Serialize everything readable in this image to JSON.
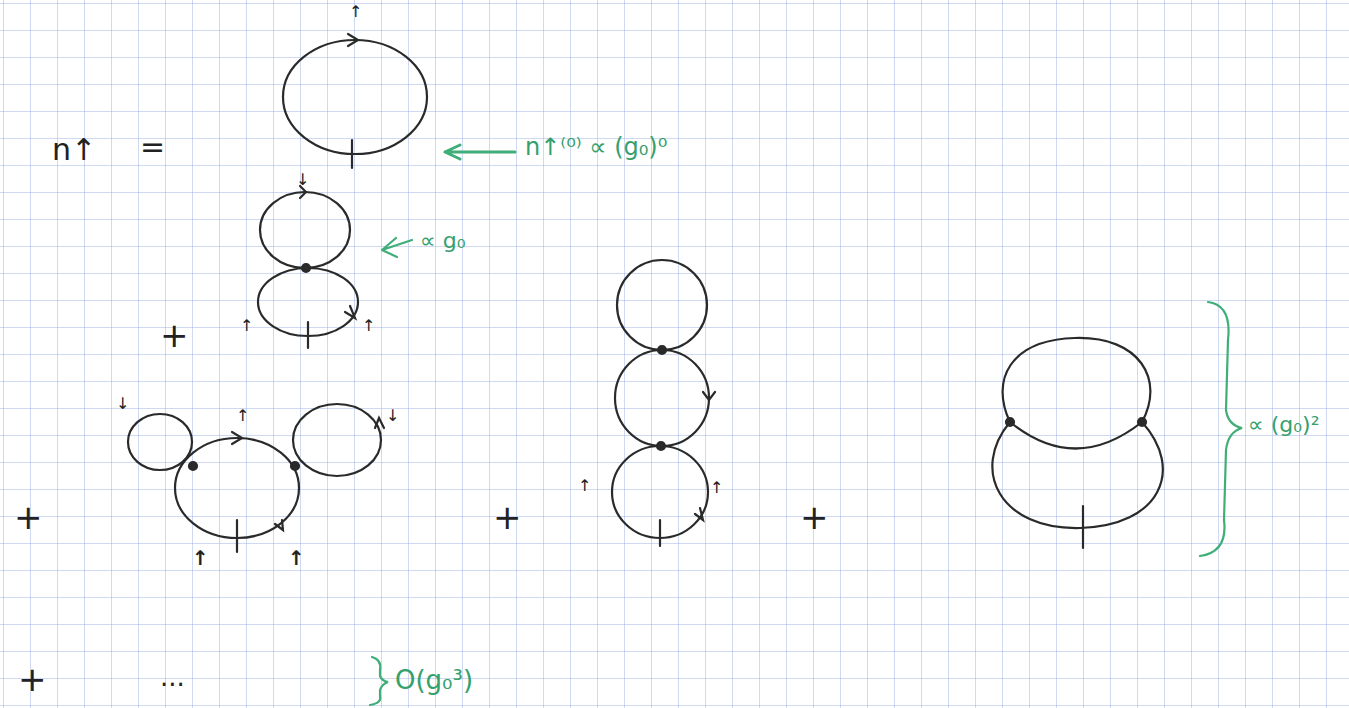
{
  "diagram": {
    "labels": [
      "n↑",
      "=",
      "n↑⁽⁰⁾ ∝ (g₀)⁰",
      "∝ g₀",
      "+",
      "+",
      "+",
      "+",
      "+",
      "...",
      "∝ (g₀)²",
      "O(g₀³)",
      "↑",
      "↓",
      "↑",
      "↑",
      "↓",
      "↑",
      "↓",
      "↑",
      "↑",
      "↑",
      "↑"
    ]
  }
}
